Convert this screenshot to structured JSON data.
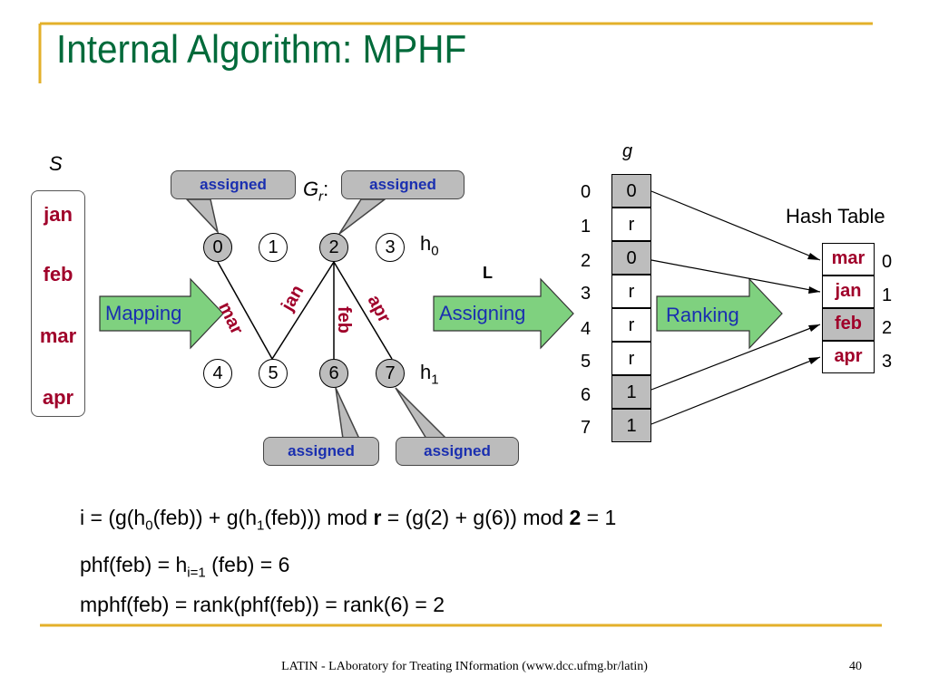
{
  "title": "Internal Algorithm: MPHF",
  "set": {
    "label": "S",
    "items": [
      "jan",
      "feb",
      "mar",
      "apr"
    ]
  },
  "graph": {
    "label": "G",
    "label_sub": "r",
    "label_suffix": ":",
    "h0": "h",
    "h0_sub": "0",
    "h1": "h",
    "h1_sub": "1",
    "top_nodes": [
      "0",
      "1",
      "2",
      "3"
    ],
    "bottom_nodes": [
      "4",
      "5",
      "6",
      "7"
    ],
    "edges": [
      "mar",
      "jan",
      "feb",
      "apr"
    ],
    "assigned_label": "assigned"
  },
  "steps": {
    "mapping": "Mapping",
    "assigning": "Assigning",
    "ranking": "Ranking",
    "L": "L"
  },
  "g_array": {
    "label": "g",
    "indices": [
      "0",
      "1",
      "2",
      "3",
      "4",
      "5",
      "6",
      "7"
    ],
    "values": [
      "0",
      "r",
      "0",
      "r",
      "r",
      "r",
      "1",
      "1"
    ]
  },
  "hash_table": {
    "label": "Hash Table",
    "keys": [
      "mar",
      "jan",
      "feb",
      "apr"
    ],
    "indices": [
      "0",
      "1",
      "2",
      "3"
    ]
  },
  "formulas": {
    "line1": {
      "a": "i = (g(h",
      "a_sub": "0",
      "b": "(feb)) + g(h",
      "b_sub": "1",
      "c": "(feb))) mod ",
      "d": "r",
      "e": " = (g(2) + g(6)) mod ",
      "f": "2",
      "g": " = 1"
    },
    "line2": {
      "a": "phf(feb) = h",
      "a_sub": "i=1",
      "b": " (feb) = 6"
    },
    "line3": "mphf(feb) = rank(phf(feb)) = rank(6) = 2"
  },
  "footer": "LATIN - LAboratory for Treating INformation (www.dcc.ufmg.br/latin)",
  "page_number": "40",
  "colors": {
    "title": "#006a3a",
    "rule": "#e3b02a",
    "word": "#a0002a",
    "blue": "#1a2fb0",
    "arrow_fill": "#7fd17f",
    "grey": "#bdbdbd"
  }
}
